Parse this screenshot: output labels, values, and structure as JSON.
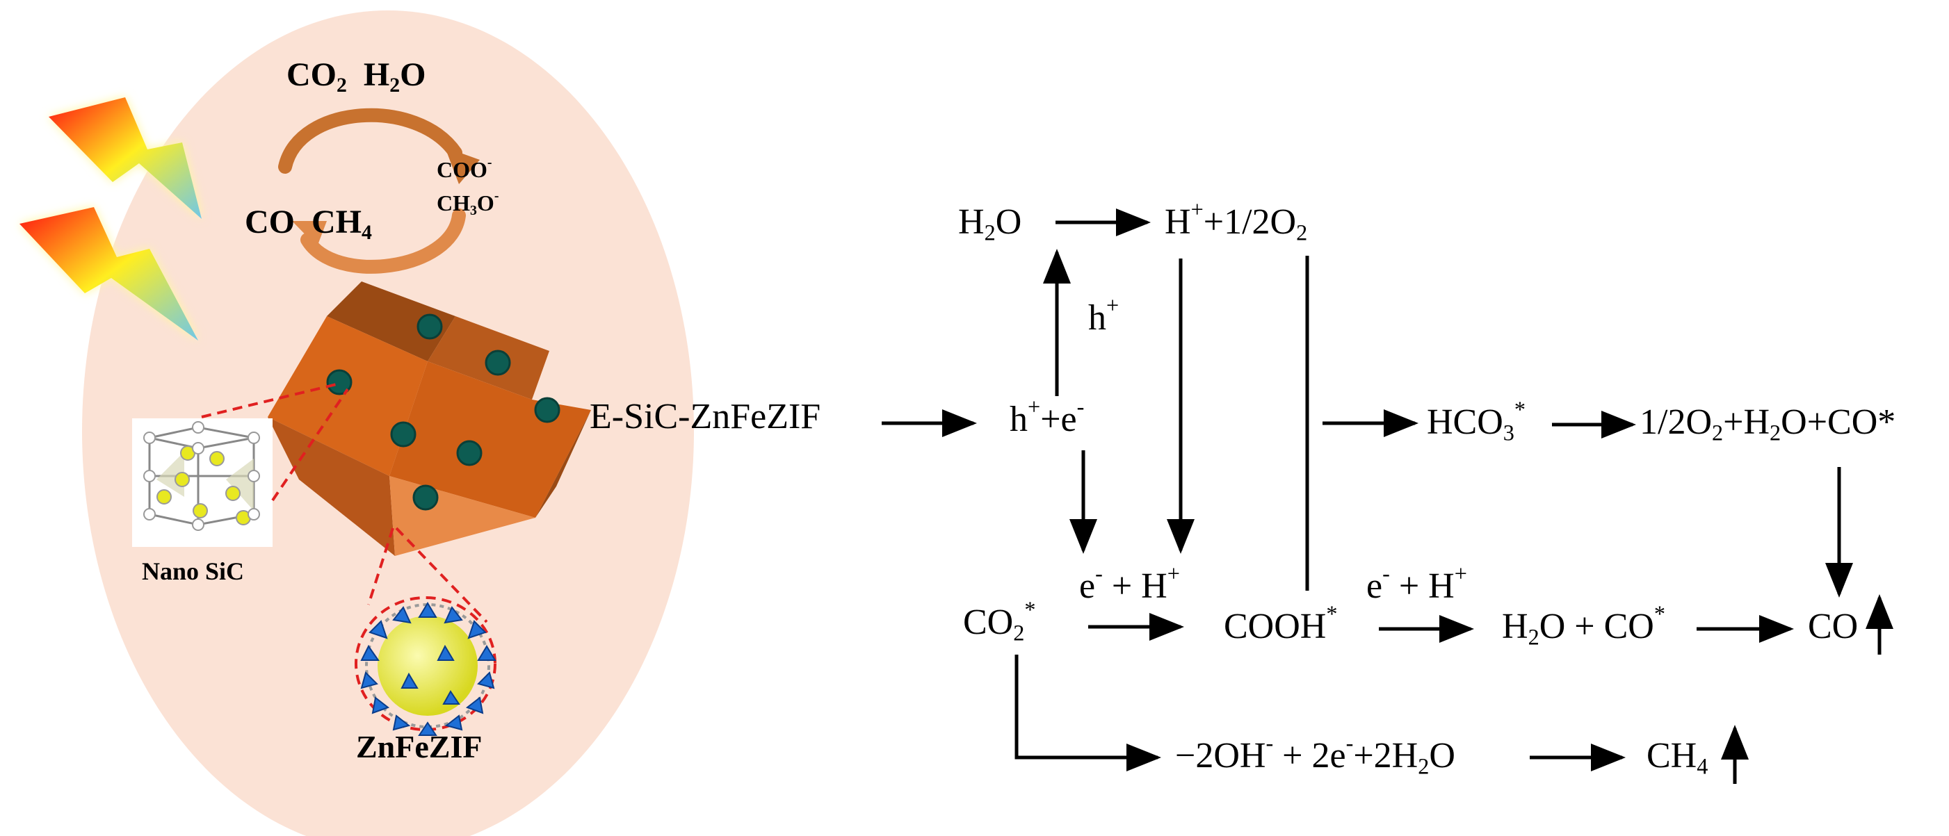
{
  "left_panel": {
    "cycle_top": {
      "co2": "CO",
      "co2_sub": "2",
      "h2o_a": "H",
      "h2o_sub": "2",
      "h2o_b": "O"
    },
    "cycle_right_1": {
      "text": "COO",
      "sup": "-"
    },
    "cycle_right_2": {
      "a": "CH",
      "sub": "3",
      "b": "O",
      "sup": "-"
    },
    "cycle_left": {
      "co": "CO",
      "ch4_a": "CH",
      "ch4_sub": "4"
    },
    "nano_sic_label": "Nano SiC",
    "zif_label": "ZnFeZIF",
    "composite_label": "E-SiC-ZnFeZIF"
  },
  "scheme": {
    "water": {
      "a": "H",
      "sub": "2",
      "b": "O"
    },
    "proton_oxygen": {
      "a": "H",
      "sup": "+",
      "b": "+1/2O",
      "sub": "2"
    },
    "hole": {
      "a": "h",
      "sup": "+"
    },
    "pair": {
      "a": "h",
      "sup1": "+",
      "b": "+e",
      "sup2": "-"
    },
    "bicarbonate": {
      "a": "HCO",
      "sub": "3",
      "sup": "*"
    },
    "bicarbonate_products": {
      "a": "1/2O",
      "sub1": "2",
      "b": "+H",
      "sub2": "2",
      "c": "O+CO*"
    },
    "co2_ads": {
      "a": "CO",
      "sub": "2",
      "sup": "*"
    },
    "eh_1": {
      "a": "e",
      "sup1": "-",
      "b": " + H",
      "sup2": "+"
    },
    "cooh": {
      "a": "COOH",
      "sup": "*"
    },
    "eh_2": {
      "a": "e",
      "sup1": "-",
      "b": " + H",
      "sup2": "+"
    },
    "water_co": {
      "a": "H",
      "sub": "2",
      "b": "O + CO",
      "sup": "*"
    },
    "co_product": "CO",
    "methane_path": {
      "a": "−2OH",
      "sup1": "-",
      "b": " + 2e",
      "sup2": "-",
      "c": "+2H",
      "sub": "2",
      "d": "O"
    },
    "methane_product": {
      "a": "CH",
      "sub": "4"
    }
  },
  "colors": {
    "ellipse": "#fbe2d5",
    "cube_front": "#d8661a",
    "cube_top": "#9a4a14",
    "cycle_arrow": "#c8722f",
    "dashed_line": "#e02020",
    "zif_blue": "#1f6fd6",
    "zif_core": "#e8ea40"
  }
}
